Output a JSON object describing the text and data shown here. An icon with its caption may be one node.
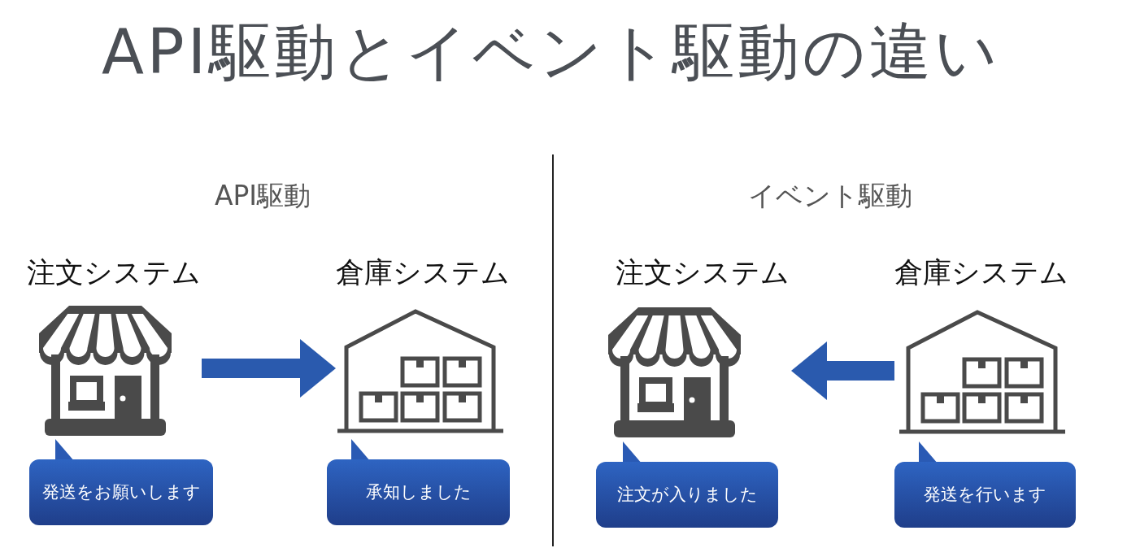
{
  "diagram": {
    "title": "API駆動とイベント駆動の違い",
    "nodes": [
      {
        "text": [
          "注文システム"
        ]
      },
      {
        "text": [
          "倉庫システム"
        ]
      },
      {
        "text": [
          "発送をお願いします"
        ]
      },
      {
        "text": [
          "承知しました"
        ]
      },
      {
        "text": [
          "注文システム"
        ]
      },
      {
        "text": [
          "倉庫システム"
        ]
      },
      {
        "text": [
          "注文が入りました"
        ]
      },
      {
        "text": [
          "発送を行います"
        ]
      }
    ],
    "edges": [
      {
        "from": 0,
        "to": 1,
        "arrow": "to"
      },
      {
        "from": 5,
        "to": 4,
        "arrow": "to"
      }
    ],
    "labels": [
      "API駆動",
      "イベント駆動"
    ]
  }
}
